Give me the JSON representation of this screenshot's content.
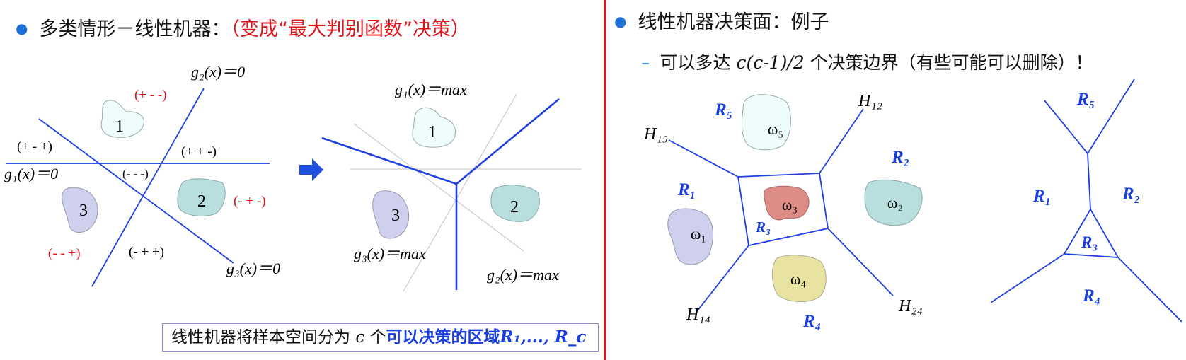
{
  "left_title": {
    "main": "多类情形－线性机器：",
    "highlight": "（变成“最大判别函数”决策）"
  },
  "right_title": "线性机器决策面：例子",
  "right_sub": {
    "pre": "可以多达 ",
    "formula": "c(c-1)/2",
    "post": " 个决策边界（有些可能可以删除）！"
  },
  "colors": {
    "accent_blue": "#1f6fd8",
    "label_red": "#e0131b",
    "region_blue": "#1a3fe0",
    "divider_red": "#e0131b",
    "line_blue": "#1f3fe0"
  },
  "diagram1": {
    "eq_g2": "g₂(x)＝0",
    "eq_g1": "g₁(x)＝0",
    "eq_g3": "g₃(x)＝0",
    "signs": {
      "s1": "(+ - -)",
      "s2": "(+ - +)",
      "s3": "(+ + -)",
      "s4": "(- - -)",
      "s5": "(- + -)",
      "s6": "(- - +)",
      "s7": "(- + +)"
    },
    "blobs": [
      "1",
      "2",
      "3"
    ]
  },
  "diagram2": {
    "eq_g1": "g₁(x)＝max",
    "eq_g3": "g₃(x)＝max",
    "eq_g2": "g₂(x)＝max",
    "blobs": [
      "1",
      "2",
      "3"
    ]
  },
  "diagram3": {
    "H15": "H₁₅",
    "H12": "H₁₂",
    "H14": "H₁₄",
    "H24": "H₂₄",
    "R5": "R₅",
    "R2": "R₂",
    "R1": "R₁",
    "R3": "R₃",
    "R4": "R₄",
    "w5": "ω₅",
    "w3": "ω₃",
    "w2": "ω₂",
    "w1": "ω₁",
    "w4": "ω₄"
  },
  "diagram4": {
    "R5": "R₅",
    "R1": "R₁",
    "R2": "R₂",
    "R3": "R₃",
    "R4": "R₄"
  },
  "note": {
    "pre": "线性机器将样本空间分为 ",
    "c": "c",
    "mid": " 个",
    "blue": "可以决策的区域",
    "regions": "R₁,..., R_c"
  }
}
